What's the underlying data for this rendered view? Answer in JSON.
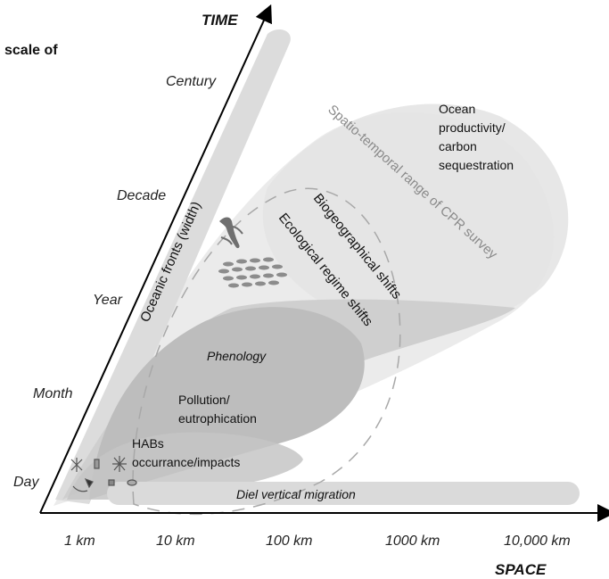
{
  "corner_label": "scale of",
  "axes": {
    "y_title": "TIME",
    "x_title": "SPACE",
    "y_ticks": [
      "Century",
      "Decade",
      "Year",
      "Month",
      "Day"
    ],
    "x_ticks": [
      "1 km",
      "10 km",
      "100 km",
      "1000 km",
      "10,000 km"
    ]
  },
  "regions": {
    "cpr_range": "Spatio-temporal range of CPR survey",
    "ocean_productivity": [
      "Ocean",
      "productivity/",
      "carbon",
      "sequestration"
    ],
    "biogeographical_shifts": "Biogeographical shifts",
    "ecological_regime_shifts": "Ecological regime shifts",
    "oceanic_fronts": "Oceanic fronts (width)",
    "phenology": "Phenology",
    "pollution": [
      "Pollution/",
      "eutrophication"
    ],
    "habs": [
      "HABs",
      "occurrance/impacts"
    ],
    "diel_migration": "Diel vertical migration"
  },
  "icons": {
    "bird": "seabird-icon",
    "fish": "fish-school-icon",
    "plankton": "plankton-icon"
  },
  "colors": {
    "lightest_region": "#ececec",
    "light_region": "#e2e2e2",
    "mid_region": "#cacaca",
    "dark_region": "#bdbdbd",
    "axis": "#000000",
    "dashed_line": "#a8a8a8"
  }
}
